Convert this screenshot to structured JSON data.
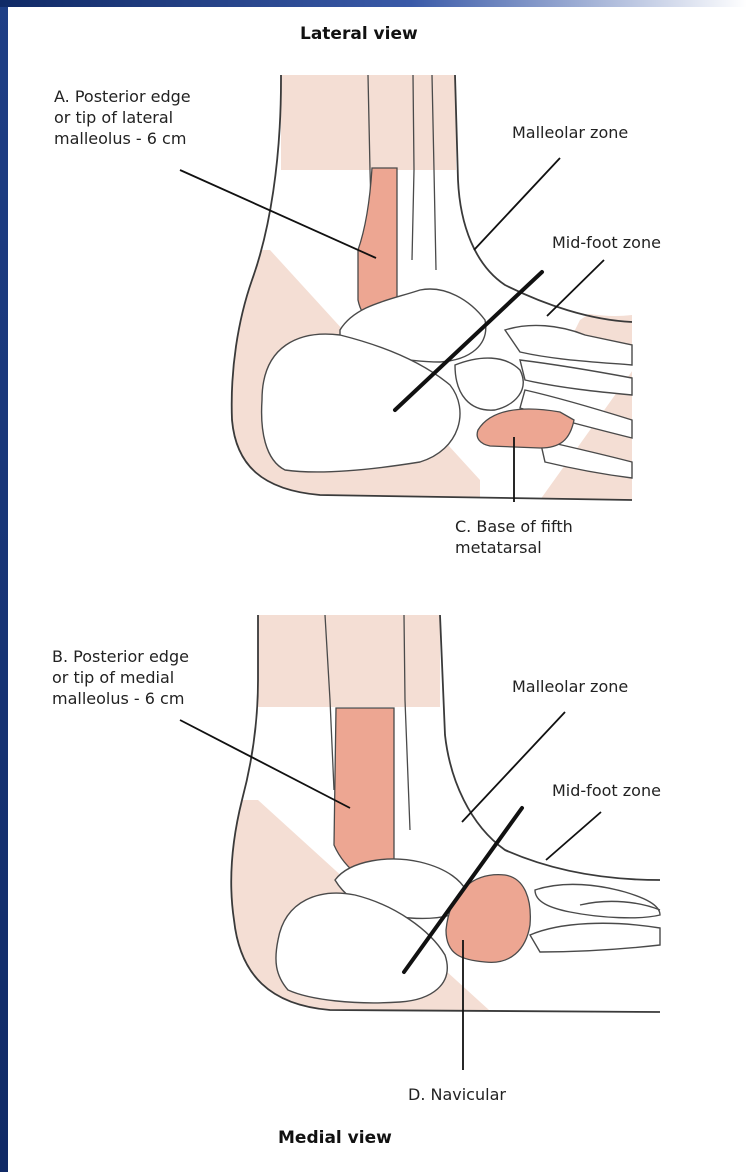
{
  "colors": {
    "zone_fill": "#f4ded4",
    "highlight_fill": "#eda692",
    "outline": "#3a3a3a",
    "frame": "#1a3575"
  },
  "lateral": {
    "title": "Lateral view",
    "label_a": "A. Posterior edge\nor tip of lateral\nmalleolus - 6 cm",
    "malleolar_zone": "Malleolar zone",
    "midfoot_zone": "Mid-foot zone",
    "label_c": "C. Base of fifth\nmetatarsal"
  },
  "medial": {
    "title": "Medial view",
    "label_b": "B. Posterior edge\nor tip of medial\nmalleolus - 6 cm",
    "malleolar_zone": "Malleolar zone",
    "midfoot_zone": "Mid-foot zone",
    "label_d": "D. Navicular"
  }
}
